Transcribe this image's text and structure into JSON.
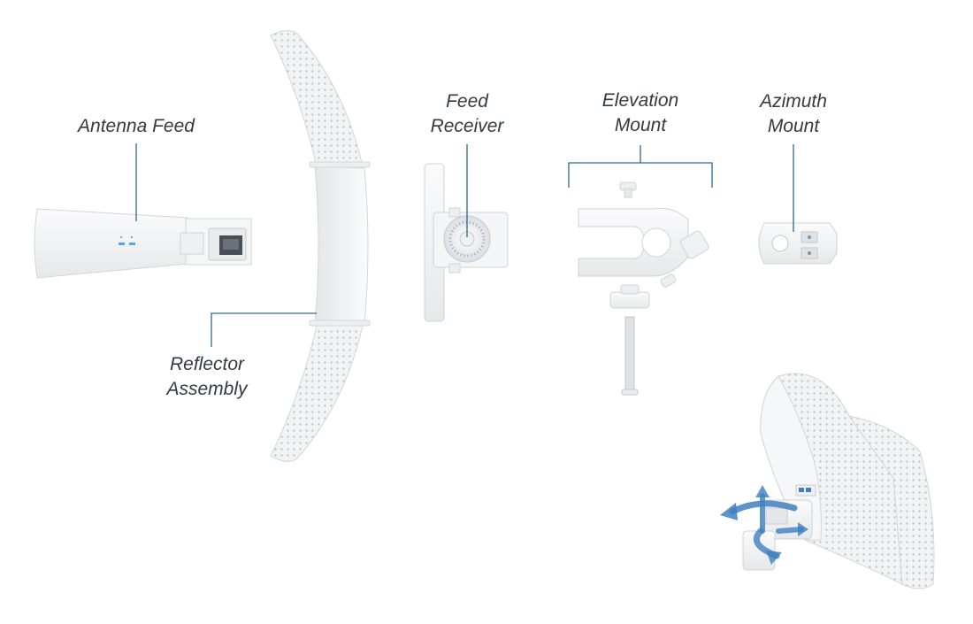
{
  "labels": {
    "antenna_feed": [
      "Antenna Feed"
    ],
    "feed_receiver": [
      "Feed",
      "Receiver"
    ],
    "elevation_mount": [
      "Elevation",
      "Mount"
    ],
    "azimuth_mount": [
      "Azimuth",
      "Mount"
    ],
    "reflector_assembly": [
      "Reflector",
      "Assembly"
    ]
  },
  "colors": {
    "leader_line": "#2b6a8f",
    "part_fill": "#f3f4f5",
    "part_stroke": "#d3d6d9",
    "rotation_arrow": "#3f80c0",
    "text": "#333a40"
  }
}
